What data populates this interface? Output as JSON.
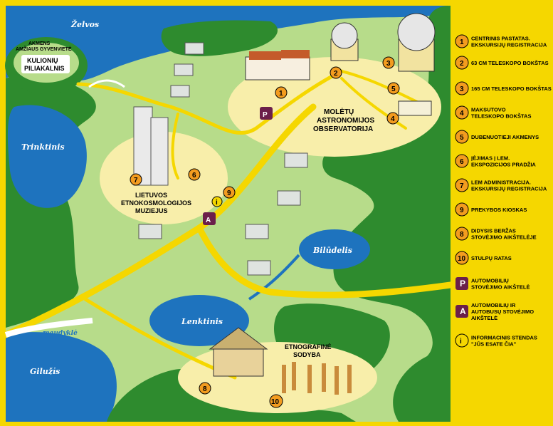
{
  "map": {
    "frame_color": "#f5d700",
    "water_color": "#1e73be",
    "forest_color": "#2e8b2e",
    "grass_color": "#b7dc8a",
    "clearing_color": "#f8eeaa",
    "road_color": "#f5d700",
    "marker_color": "#f39c1f",
    "parking_color": "#6b1f4a"
  },
  "water_labels": {
    "zelvos": "Želvos",
    "trinktinis": "Trinktinis",
    "lenktinis": "Lenktinis",
    "giluzis": "Giluži̇s",
    "biludelis": "Bilūdelis",
    "maudykle": "maudyklė"
  },
  "place_labels": {
    "akmens_line1": "AKMENS",
    "akmens_line2": "AMŽIAUS GYVENVIETĖ",
    "kulioniu_line1": "KULIONIŲ",
    "kulioniu_line2": "PILIAKALNIS",
    "observatory_line1": "MOLĖTŲ",
    "observatory_line2": "ASTRONOMIJOS",
    "observatory_line3": "OBSERVATORIJA",
    "museum_line1": "LIETUVOS",
    "museum_line2": "ETNOKOSMOLOGIJOS",
    "museum_line3": "MUZIEJUS",
    "ethno_line1": "ETNOGRAFINĖ",
    "ethno_line2": "SODYBA"
  },
  "map_markers": {
    "m1": "1",
    "m2": "2",
    "m3": "3",
    "m4": "4",
    "m5": "5",
    "m6": "6",
    "m7": "7",
    "m8": "8",
    "m9": "9",
    "m10": "10",
    "parking": "P",
    "bus_parking": "A",
    "info": "i"
  },
  "legend": [
    {
      "symbol": "1",
      "line1": "CENTRINIS PASTATAS.",
      "line2": "EKSKURSIJŲ REGISTRACIJA",
      "kind": "number"
    },
    {
      "symbol": "2",
      "line1": "63 CM TELESKOPO BOKŠTAS",
      "line2": "",
      "kind": "number"
    },
    {
      "symbol": "3",
      "line1": "165 CM TELESKOPO BOKŠTAS",
      "line2": "",
      "kind": "number"
    },
    {
      "symbol": "4",
      "line1": "MAKSUTOVO",
      "line2": "TELESKOPO BOKŠTAS",
      "kind": "number"
    },
    {
      "symbol": "5",
      "line1": "DUBENUOTIEJI AKMENYS",
      "line2": "",
      "kind": "number"
    },
    {
      "symbol": "6",
      "line1": "ĮĖJIMAS Į LEM.",
      "line2": "EKSPOZICIJOS PRADŽIA",
      "kind": "number"
    },
    {
      "symbol": "7",
      "line1": "LEM ADMINISTRACIJA.",
      "line2": "EKSKURSIJŲ REGISTRACIJA",
      "kind": "number"
    },
    {
      "symbol": "9",
      "line1": "PREKYBOS KIOSKAS",
      "line2": "",
      "kind": "number"
    },
    {
      "symbol": "8",
      "line1": "DIDYSIS BERŽAS",
      "line2": "STOVĖJIMO AIKŠTELĖJE",
      "kind": "number"
    },
    {
      "symbol": "10",
      "line1": "STULPŲ RATAS",
      "line2": "",
      "kind": "number"
    },
    {
      "symbol": "P",
      "line1": "AUTOMOBILIŲ",
      "line2": "STOVĖJIMO AIKŠTELĖ",
      "kind": "parking"
    },
    {
      "symbol": "A",
      "line1": "AUTOMOBILIŲ IR",
      "line2": "AUTOBUSŲ STOVĖJIMO",
      "line3": "AIKŠTELĖ",
      "kind": "parking"
    },
    {
      "symbol": "i",
      "line1": "INFORMACINIS STENDAS",
      "line2": "\"JŪS ESATE ČIA\"",
      "kind": "info"
    }
  ]
}
